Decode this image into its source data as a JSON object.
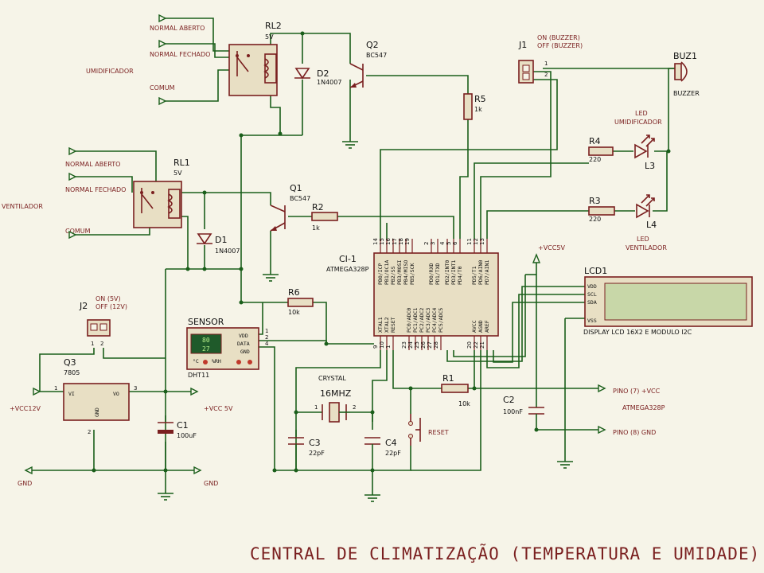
{
  "title": "CENTRAL DE CLIMATIZAÇÃO (TEMPERATURA E UMIDADE)",
  "colors": {
    "wire": "#1a5e1a",
    "component": "#7a1f1f",
    "background": "#f6f4e8"
  },
  "relay_rl2": {
    "ref": "RL2",
    "value": "5V",
    "load": "UMIDIFICADOR",
    "contact_no": "NORMAL ABERTO",
    "contact_nc": "NORMAL FECHADO",
    "contact_com": "COMUM"
  },
  "relay_rl1": {
    "ref": "RL1",
    "value": "5V",
    "load": "VENTILADOR",
    "contact_no": "NORMAL ABERTO",
    "contact_nc": "NORMAL FECHADO",
    "contact_com": "COMUM"
  },
  "d2": {
    "ref": "D2",
    "value": "1N4007"
  },
  "d1": {
    "ref": "D1",
    "value": "1N4007"
  },
  "q2": {
    "ref": "Q2",
    "value": "BC547"
  },
  "q1": {
    "ref": "Q1",
    "value": "BC547"
  },
  "r5": {
    "ref": "R5",
    "value": "1k"
  },
  "r2": {
    "ref": "R2",
    "value": "1k"
  },
  "r6": {
    "ref": "R6",
    "value": "10k"
  },
  "r1": {
    "ref": "R1",
    "value": "10k"
  },
  "r4": {
    "ref": "R4",
    "value": "220"
  },
  "r3": {
    "ref": "R3",
    "value": "220"
  },
  "j1": {
    "ref": "J1",
    "line1": "ON (BUZZER)",
    "line2": "OFF (BUZZER)",
    "pin1": "1",
    "pin2": "2"
  },
  "j2": {
    "ref": "J2",
    "line1": "ON (5V)",
    "line2": "OFF (12V)",
    "pin1": "1",
    "pin2": "2"
  },
  "buz1": {
    "ref": "BUZ1",
    "value": "BUZZER"
  },
  "l3": {
    "ref": "L3",
    "label1": "LED",
    "label2": "UMIDIFICADOR"
  },
  "l4": {
    "ref": "L4",
    "label1": "LED",
    "label2": "VENTILADOR"
  },
  "mcu": {
    "ref": "CI-1",
    "value": "ATMEGA328P",
    "top_pins": [
      {
        "no": "14",
        "name": "PB0/ICP"
      },
      {
        "no": "15",
        "name": "PB1/OC1A"
      },
      {
        "no": "16",
        "name": "PB2/SS"
      },
      {
        "no": "17",
        "name": "PB3/MOSI"
      },
      {
        "no": "18",
        "name": "PB4/MISO"
      },
      {
        "no": "19",
        "name": "PB5/SCK"
      },
      {
        "no": "2",
        "name": "PD0/RXD"
      },
      {
        "no": "3",
        "name": "PD1/TXD"
      },
      {
        "no": "4",
        "name": "PD2/INT0"
      },
      {
        "no": "5",
        "name": "PD3/INT1"
      },
      {
        "no": "6",
        "name": "PD4/T0"
      },
      {
        "no": "11",
        "name": "PD5/T1"
      },
      {
        "no": "12",
        "name": "PD6/AIN0"
      },
      {
        "no": "13",
        "name": "PD7/AIN1"
      }
    ],
    "bottom_pins": [
      {
        "no": "9",
        "name": "XTAL1"
      },
      {
        "no": "10",
        "name": "XTAL2"
      },
      {
        "no": "1",
        "name": "RESET"
      },
      {
        "no": "23",
        "name": "PC0/ADC0"
      },
      {
        "no": "24",
        "name": "PC1/ADC1"
      },
      {
        "no": "25",
        "name": "PC2/ADC2"
      },
      {
        "no": "26",
        "name": "PC3/ADC3"
      },
      {
        "no": "27",
        "name": "PC4/ADC4"
      },
      {
        "no": "28",
        "name": "PC5/ADC5"
      },
      {
        "no": "20",
        "name": "AVCC"
      },
      {
        "no": "22",
        "name": "AGND"
      },
      {
        "no": "21",
        "name": "AREF"
      }
    ]
  },
  "lcd1": {
    "ref": "LCD1",
    "value": "DISPLAY LCD 16X2 E MODULO I2C",
    "pins": [
      "VDD",
      "SCL",
      "SDA",
      "VSS"
    ]
  },
  "sensor": {
    "ref": "SENSOR",
    "value": "DHT11",
    "temp": "80",
    "hum": "27",
    "unit_c": "°C",
    "unit_rh": "%RH",
    "pins": [
      "VDD",
      "DATA",
      "GND"
    ],
    "pin_numbers": [
      "1",
      "2",
      "4"
    ]
  },
  "q3": {
    "ref": "Q3",
    "value": "7805",
    "pin_vi": "VI",
    "pin_vo": "VO",
    "pin_gnd": "GND",
    "n1": "1",
    "n2": "2",
    "n3": "3"
  },
  "c1": {
    "ref": "C1",
    "value": "100uF"
  },
  "c2": {
    "ref": "C2",
    "value": "100nF"
  },
  "c3": {
    "ref": "C3",
    "value": "22pF"
  },
  "c4": {
    "ref": "C4",
    "value": "22pF"
  },
  "crystal": {
    "label": "CRYSTAL",
    "value": "16MHZ",
    "pin1": "1",
    "pin2": "2"
  },
  "reset": {
    "label": "RESET"
  },
  "terminals": {
    "vcc12": "+VCC12V",
    "vcc5_reg": "+VCC 5V",
    "vcc5_top": "+VCC5V",
    "gnd_left": "GND",
    "gnd_mid": "GND",
    "pino7": "PINO (7) +VCC",
    "pino8": "PINO (8) GND",
    "atmega_note": "ATMEGA328P"
  }
}
